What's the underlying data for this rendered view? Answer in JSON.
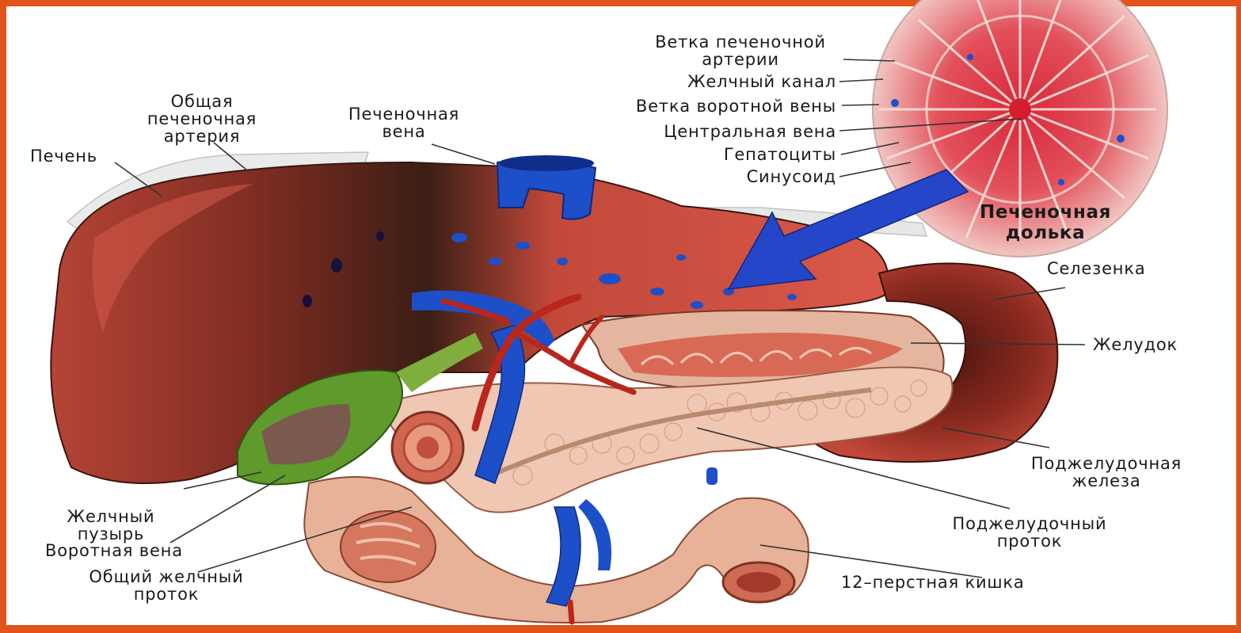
{
  "colors": {
    "frame": "#e2531c",
    "liver": "#8e2d22",
    "liver_dark": "#3c1d14",
    "vein_blue": "#1d4fc8",
    "artery_red": "#b9261c",
    "gallbladder": "#5e9a2c",
    "pancreas": "#eec0a8",
    "arrow_blue": "#2546c8"
  },
  "labels": {
    "branch_hepatic_artery": [
      "Ветка печеночной",
      "артерии"
    ],
    "bile_canal": "Желчный канал",
    "branch_portal_vein": "Ветка воротной вены",
    "central_vein": "Центральная вена",
    "hepatocytes": "Гепатоциты",
    "sinusoid": "Синусоид",
    "hepatic_lobule": [
      "Печеночная",
      "долька"
    ],
    "common_hepatic_artery": [
      "Общая",
      "печеночная",
      "артерия"
    ],
    "hepatic_vein": [
      "Печеночная",
      "вена"
    ],
    "liver": "Печень",
    "spleen": "Селезенка",
    "stomach": "Желудок",
    "pancreas": [
      "Поджелудочная",
      "железа"
    ],
    "pancreatic_duct": [
      "Поджелудочный",
      "проток"
    ],
    "duodenum": "12–перстная кишка",
    "gallbladder": [
      "Желчный",
      "пузырь"
    ],
    "portal_vein": "Воротная вена",
    "common_bile_duct": [
      "Общий желчный",
      "проток"
    ]
  }
}
